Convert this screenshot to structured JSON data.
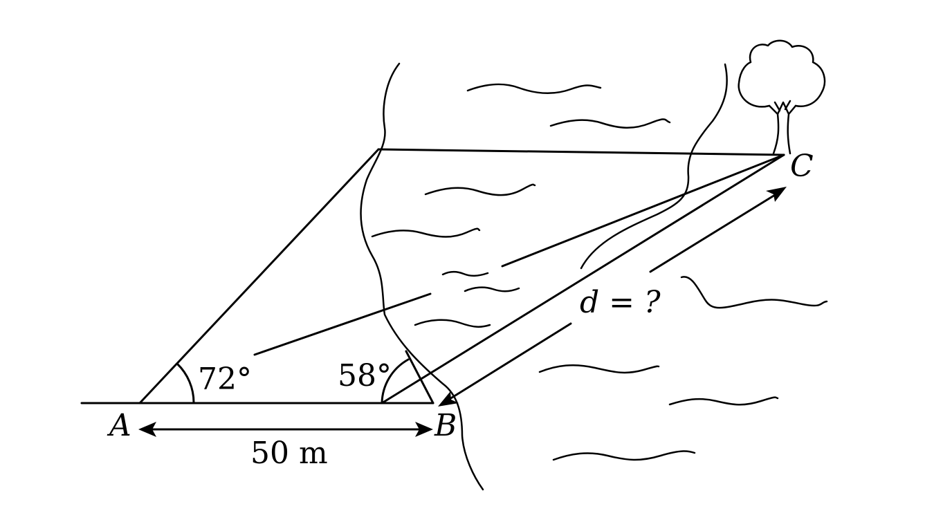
{
  "points": {
    "a": "A",
    "b": "B",
    "c": "C"
  },
  "angles": {
    "at_a": "72°",
    "at_b": "58°"
  },
  "baseline": {
    "length_label": "50 m"
  },
  "distance": {
    "label": "d = ?"
  },
  "icons": {
    "tree": "tree-icon"
  }
}
